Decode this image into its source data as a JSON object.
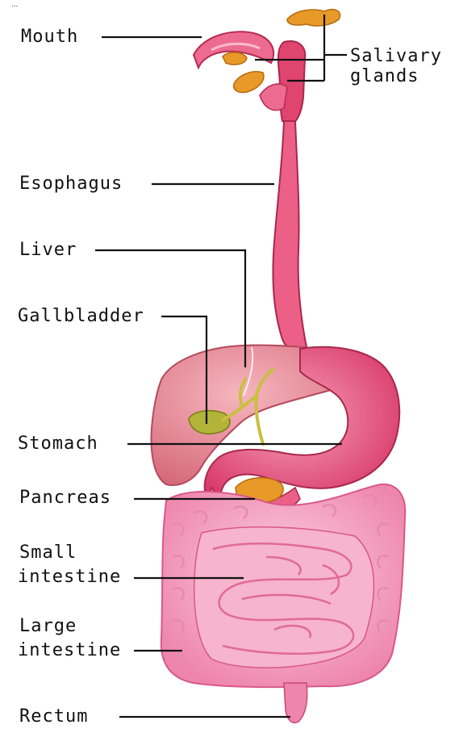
{
  "figure_top_fragment": "...",
  "labels": {
    "mouth": "Mouth",
    "salivary_1": "Salivary",
    "salivary_2": "glands",
    "esophagus": "Esophagus",
    "liver": "Liver",
    "gallbladder": "Gallbladder",
    "stomach": "Stomach",
    "pancreas": "Pancreas",
    "small_1": "Small",
    "small_2": "intestine",
    "large_1": "Large",
    "large_2": "intestine",
    "rectum": "Rectum"
  },
  "colors": {
    "tissue": "#f07a9c",
    "tissue_dark": "#c8325a",
    "liver": "#e9909a",
    "intestine": "#f6a9c6",
    "gland": "#e89a28",
    "gallbladder": "#b2b43a"
  }
}
